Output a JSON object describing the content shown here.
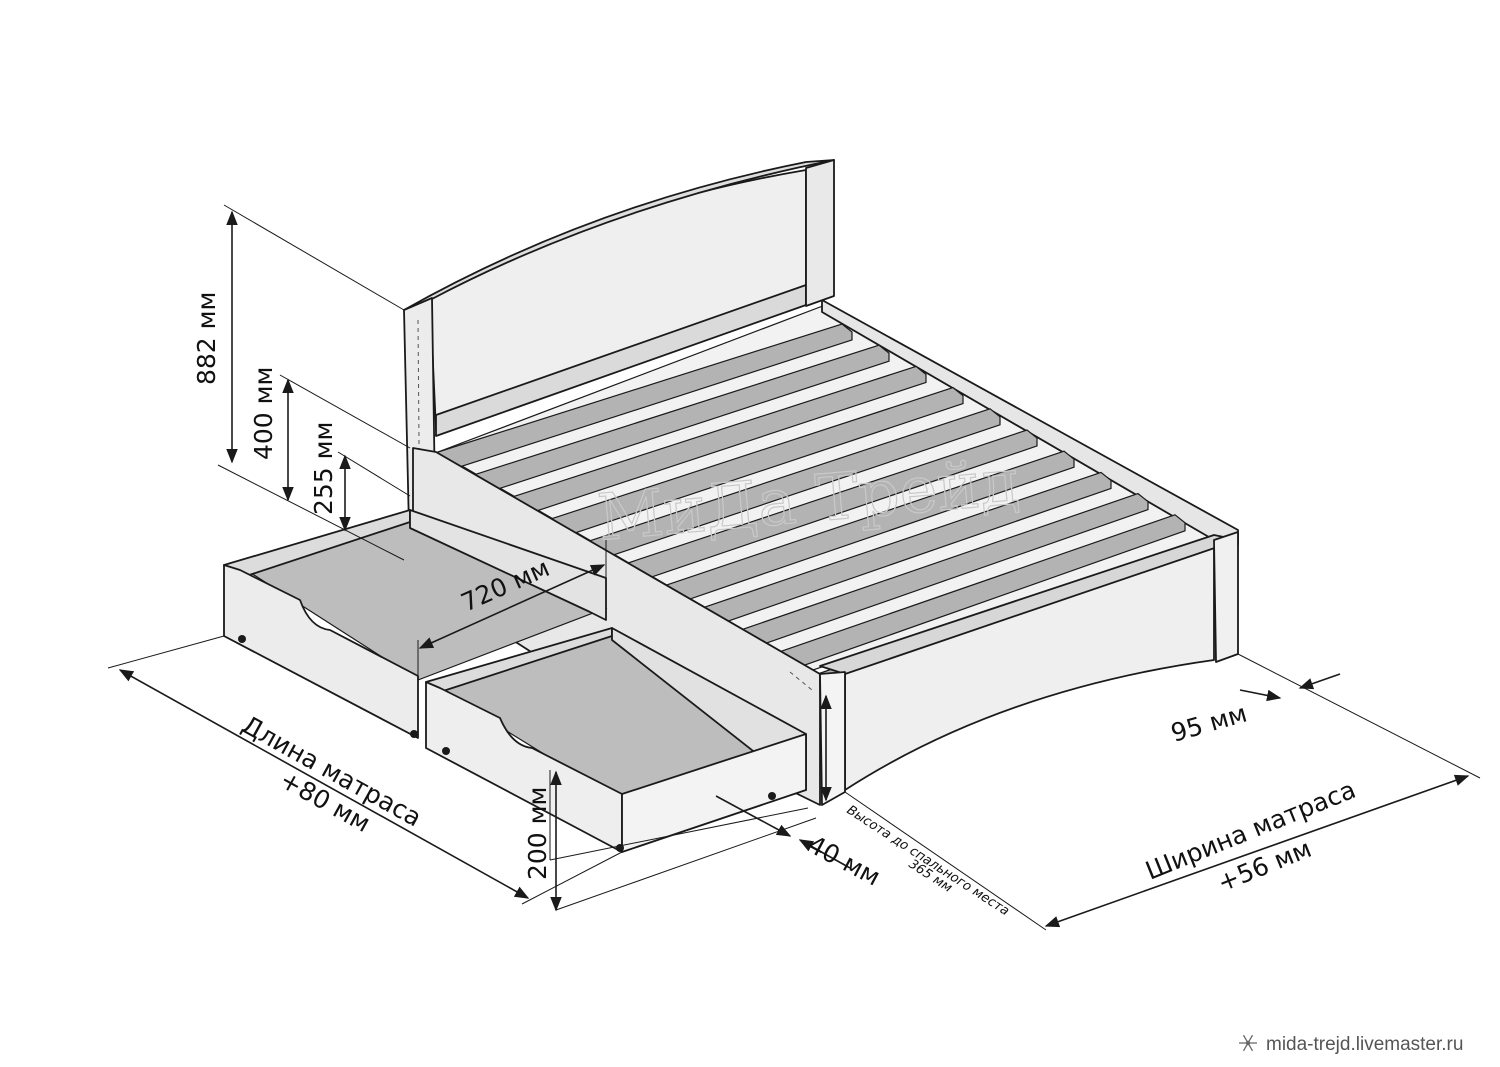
{
  "diagram": {
    "watermark": "МиДа Трейд",
    "footer": "mida-trejd.livemaster.ru",
    "colors": {
      "line": "#1a1a1a",
      "slat": "#b3b3b3",
      "frame_face": "#ebebeb",
      "inner_face": "#dcdcdc",
      "drawer_bottom": "#bdbdbd",
      "end_cap": "#f4f4f4"
    },
    "dimensions": {
      "headboard_height": "882 мм",
      "side_height": "400 мм",
      "drawer_gap_height": "255 мм",
      "drawer_depth": "720 мм",
      "leg_inset": "95 мм",
      "drawer_height": "200 мм",
      "drawer_clearance": "40 мм",
      "length_line1": "Длина матраса",
      "length_line2": "+80 мм",
      "width_line1": "Ширина матраса",
      "width_line2": "+56 мм",
      "sleep_height_line1": "Высота до спального места",
      "sleep_height_line2": "365 мм"
    }
  }
}
